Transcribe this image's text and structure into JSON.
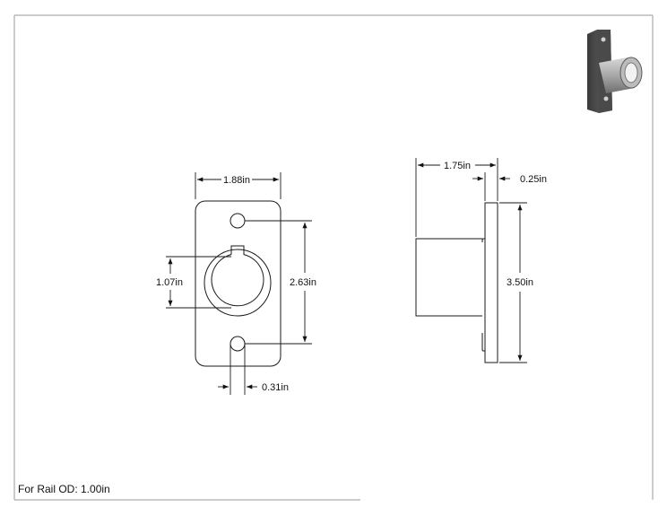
{
  "dimensions": {
    "front_width": "1.88in",
    "bore_diameter": "1.07in",
    "hole_spacing": "2.63in",
    "hole_diameter": "0.31in",
    "side_depth": "1.75in",
    "plate_thickness": "0.25in",
    "plate_height": "3.50in"
  },
  "note": "For Rail OD: 1.00in",
  "colors": {
    "line": "#1a1a1a",
    "frame": "#9a9a9a"
  },
  "icons": {
    "thumbnail": "flange-fitting-3d-icon"
  }
}
